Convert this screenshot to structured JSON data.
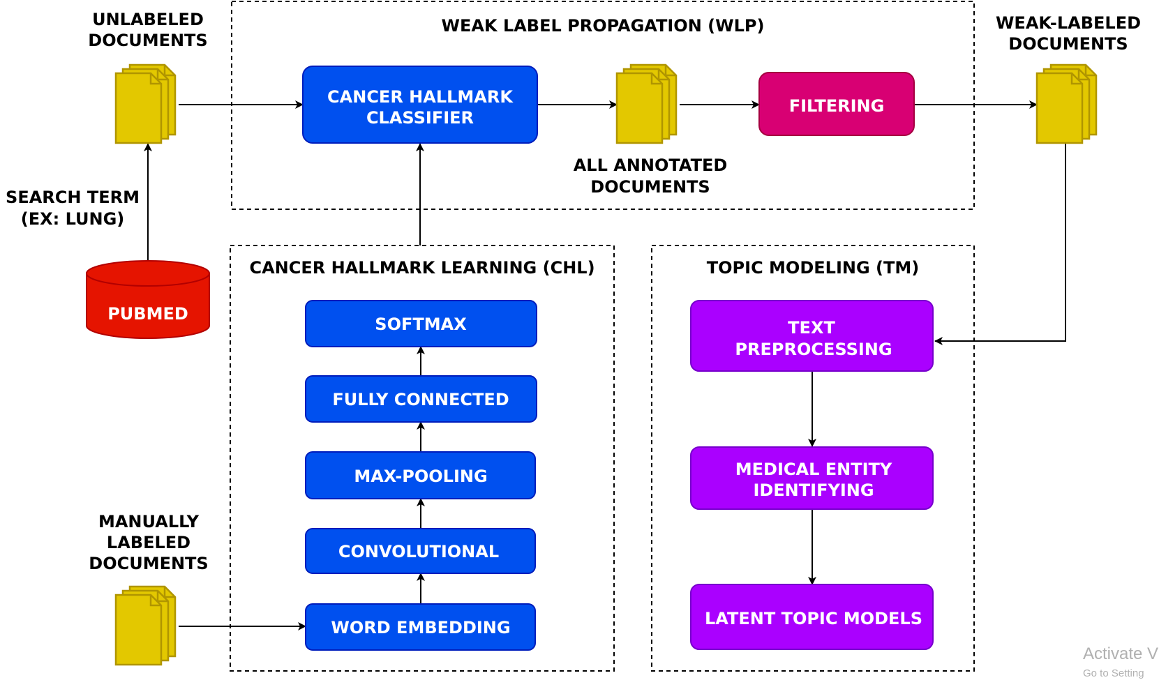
{
  "colors": {
    "blue": "#0050ef",
    "blue_border": "#001dbc",
    "magenta": "#d80073",
    "magenta_border": "#a50040",
    "purple": "#aa00ff",
    "purple_border": "#7700cc",
    "red": "#e51400",
    "red_border": "#b20000",
    "doc_fill": "#e3c800",
    "doc_border": "#b09500"
  },
  "groups": {
    "wlp": "WEAK LABEL PROPAGATION (WLP)",
    "chl": "CANCER HALLMARK LEARNING (CHL)",
    "tm": "TOPIC MODELING (TM)"
  },
  "labels": {
    "unlabeled": [
      "UNLABELED",
      "DOCUMENTS"
    ],
    "weak_labeled": [
      "WEAK-LABELED",
      "DOCUMENTS"
    ],
    "all_annotated": [
      "ALL ANNOTATED",
      "DOCUMENTS"
    ],
    "search_term": [
      "SEARCH TERM",
      "(EX: LUNG)"
    ],
    "manual": [
      "MANUALLY",
      "LABELED",
      "DOCUMENTS"
    ]
  },
  "nodes": {
    "classifier": [
      "CANCER HALLMARK",
      "CLASSIFIER"
    ],
    "filtering": "FILTERING",
    "pubmed": "PUBMED",
    "softmax": "SOFTMAX",
    "fully_connected": "FULLY CONNECTED",
    "max_pooling": "MAX-POOLING",
    "convolutional": "CONVOLUTIONAL",
    "word_embedding": "WORD EMBEDDING",
    "text_preprocessing": [
      "TEXT",
      "PREPROCESSING"
    ],
    "medical_entity": [
      "MEDICAL ENTITY",
      "IDENTIFYING"
    ],
    "latent_topic": "LATENT TOPIC MODELS"
  },
  "watermark": {
    "line1": "Activate V",
    "line2": "Go to Setting"
  }
}
